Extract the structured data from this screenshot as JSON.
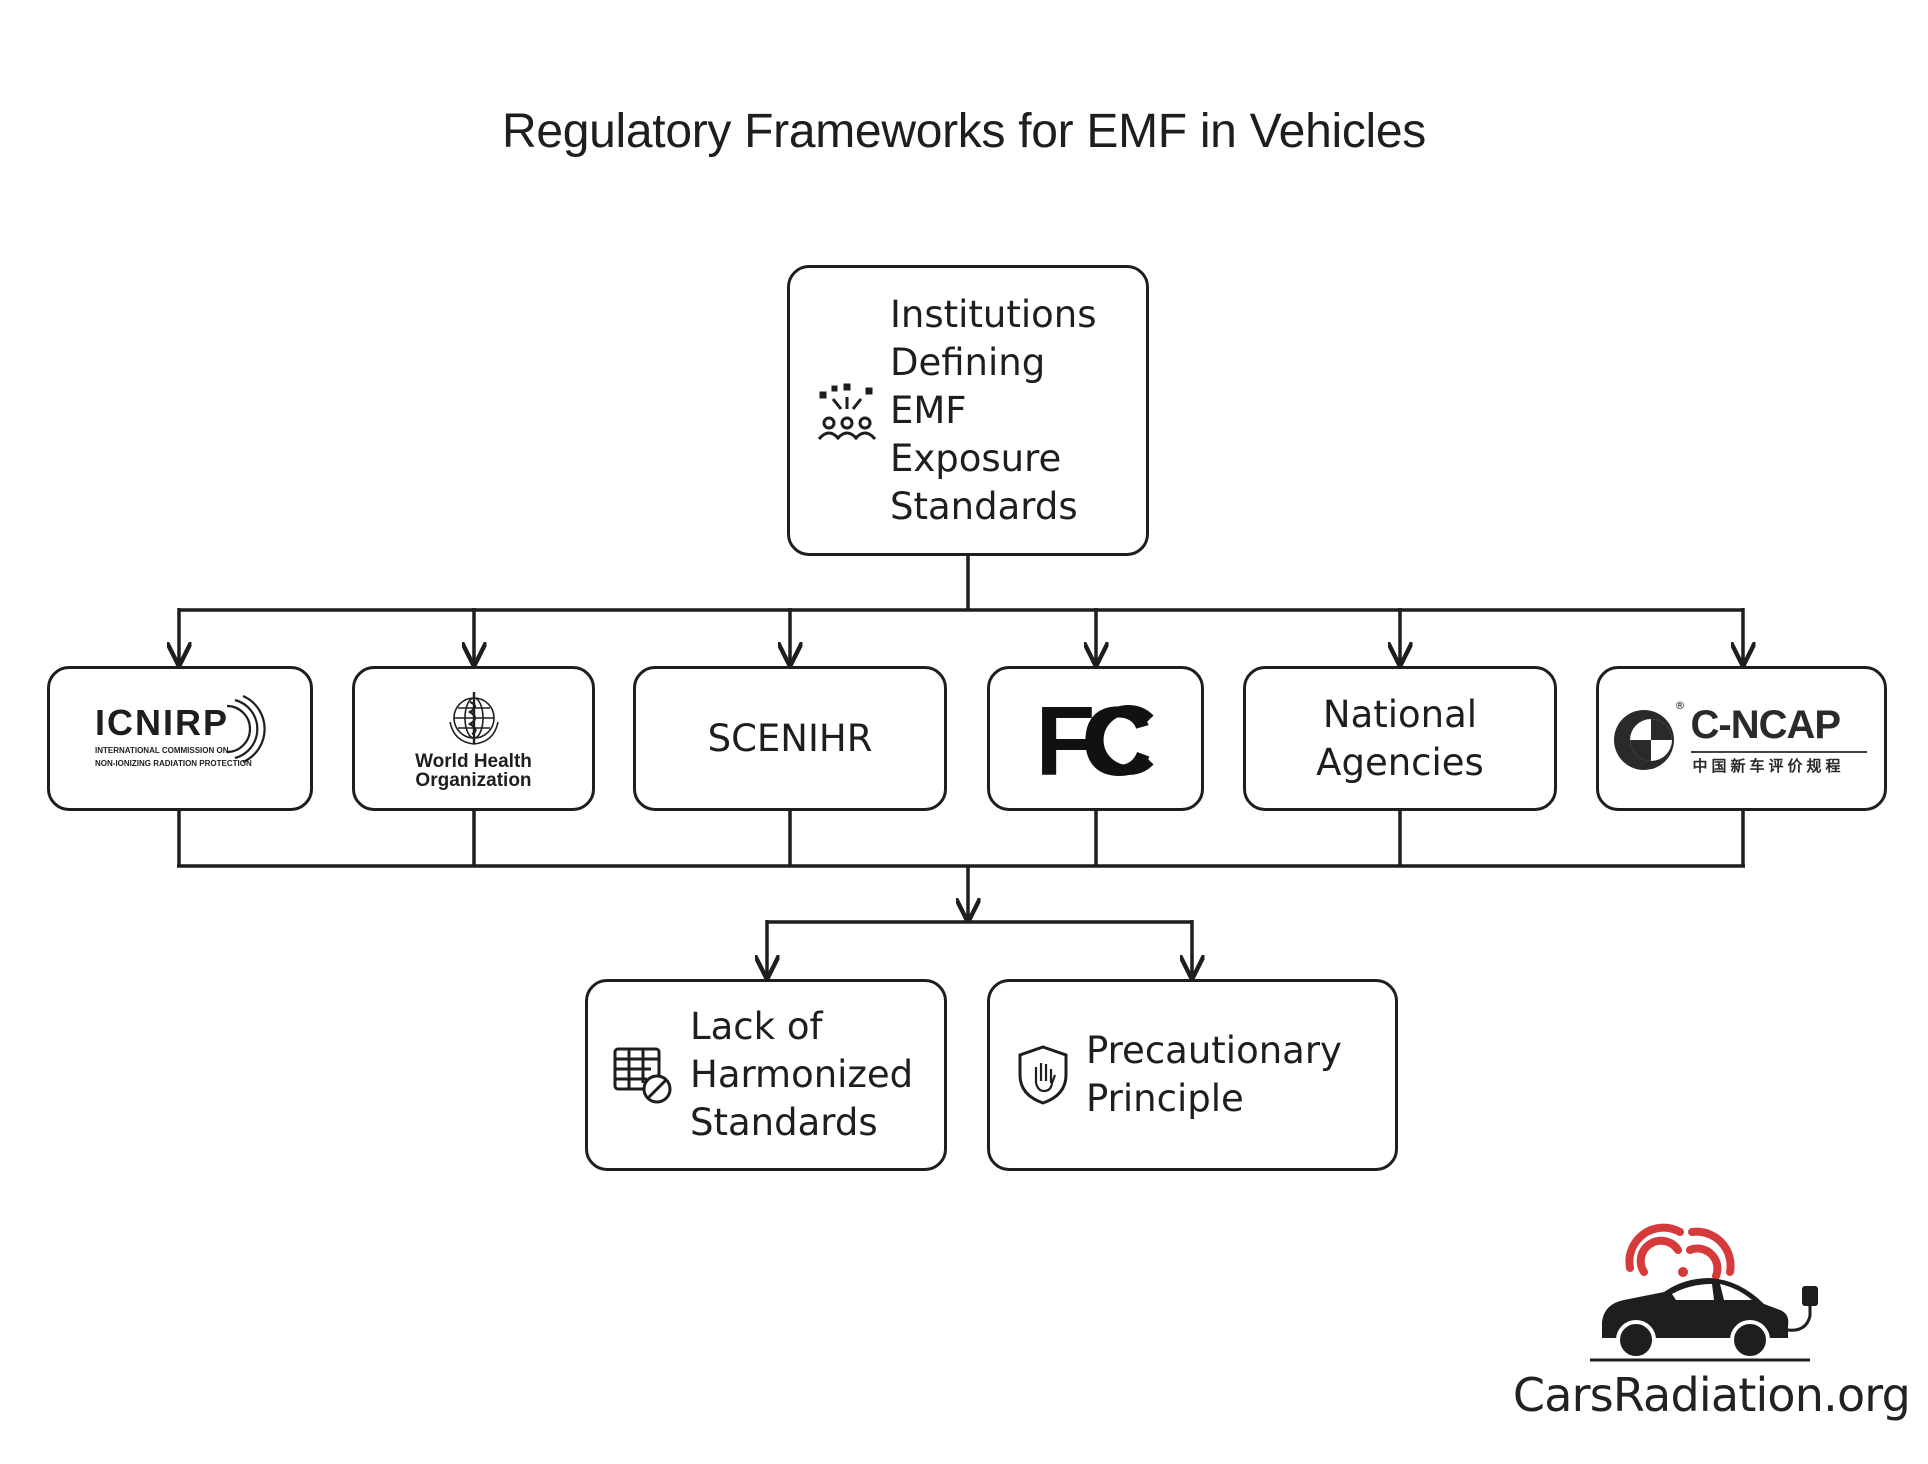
{
  "title": "Regulatory Frameworks for EMF in Vehicles",
  "root": {
    "lines": [
      "Institutions",
      "Defining",
      "EMF",
      "Exposure",
      "Standards"
    ],
    "icon": "group-people-icon"
  },
  "institutions": {
    "icnirp": {
      "name": "ICNIRP",
      "subtitle_line1": "INTERNATIONAL COMMISSION ON",
      "subtitle_line2": "NON-IONIZING RADIATION PROTECTION"
    },
    "who": {
      "line1": "World Health",
      "line2": "Organization"
    },
    "scenihr": {
      "label": "SCENIHR"
    },
    "fcc": {
      "label": "FC"
    },
    "national": {
      "line1": "National",
      "line2": "Agencies"
    },
    "cncap": {
      "name": "C-NCAP",
      "subtitle": "中国新车评价规程",
      "reg": "®"
    }
  },
  "outcomes": {
    "lack": {
      "lines": [
        "Lack of",
        "Harmonized",
        "Standards"
      ],
      "icon": "table-blocked-icon"
    },
    "precaution": {
      "lines": [
        "Precautionary",
        "Principle"
      ],
      "icon": "shield-hand-icon"
    }
  },
  "watermark": {
    "text": "CarsRadiation.org",
    "signal_color": "#d63a3a",
    "car_color": "#1e1e1e"
  }
}
